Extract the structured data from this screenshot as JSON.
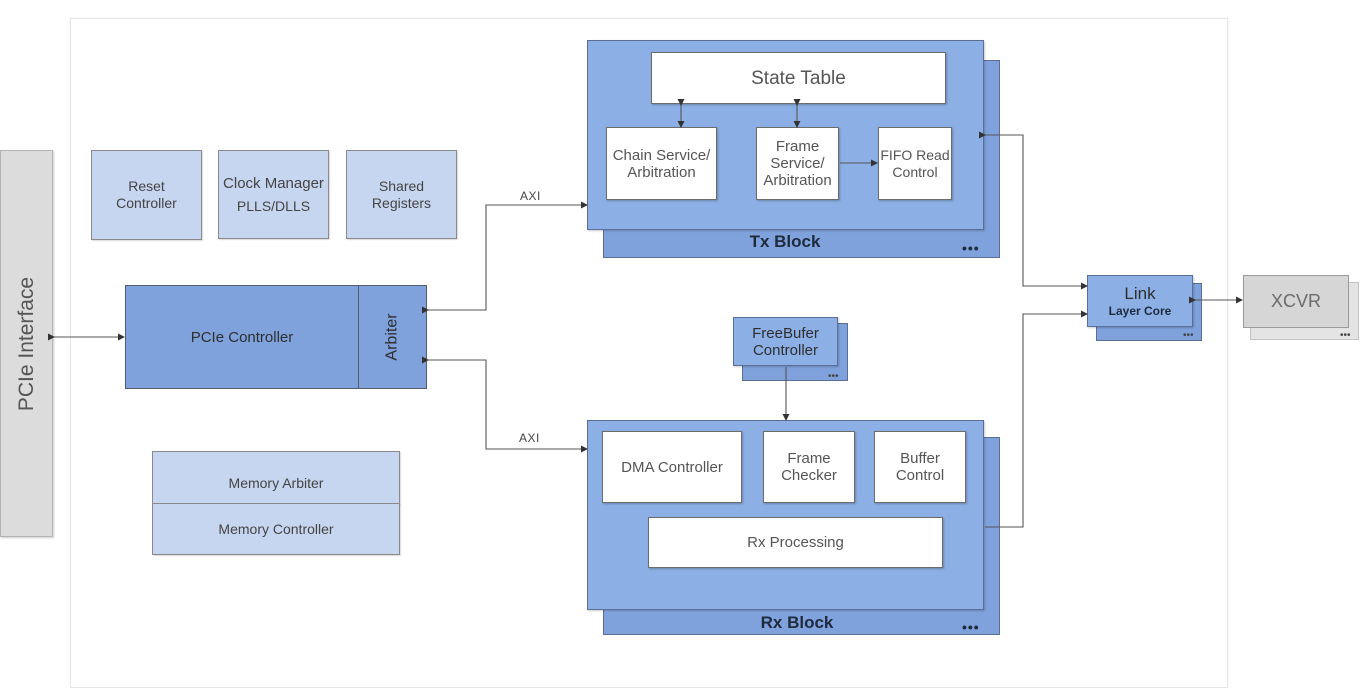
{
  "pcie_interface": {
    "label": "PCIe Interface"
  },
  "reset_controller": {
    "label": "Reset\nController"
  },
  "clock_manager": {
    "label_line1": "Clock Manager",
    "label_line2": "PLLS/DLLS"
  },
  "shared_registers": {
    "label": "Shared\nRegisters"
  },
  "pcie_controller": {
    "label": "PCIe Controller"
  },
  "arbiter": {
    "label": "Arbiter"
  },
  "memory": {
    "arbiter_label": "Memory Arbiter",
    "controller_label": "Memory Controller"
  },
  "axi_labels": {
    "top": "AXI",
    "bottom": "AXI"
  },
  "tx_block": {
    "title": "Tx Block",
    "more": "•••",
    "state_table": "State Table",
    "chain_service": "Chain Service/\nArbitration",
    "frame_service": "Frame\nService/\nArbitration",
    "fifo_read": "FIFO Read\nControl"
  },
  "freebuffer": {
    "label": "FreeBufer\nController",
    "more": "•••"
  },
  "rx_block": {
    "title": "Rx Block",
    "more": "•••",
    "dma_controller": "DMA Controller",
    "frame_checker": "Frame\nChecker",
    "buffer_control": "Buffer\nControl",
    "rx_processing": "Rx Processing"
  },
  "link_layer": {
    "label_line1": "Link",
    "label_line2": "Layer Core",
    "more": "•••"
  },
  "xcvr": {
    "label": "XCVR",
    "more": "•••"
  },
  "colors": {
    "block_blue": "#8cb0e6",
    "block_blue_dark": "#7fa2dd",
    "light_blue": "#c6d6f0",
    "grey": "#dcdcdc"
  }
}
